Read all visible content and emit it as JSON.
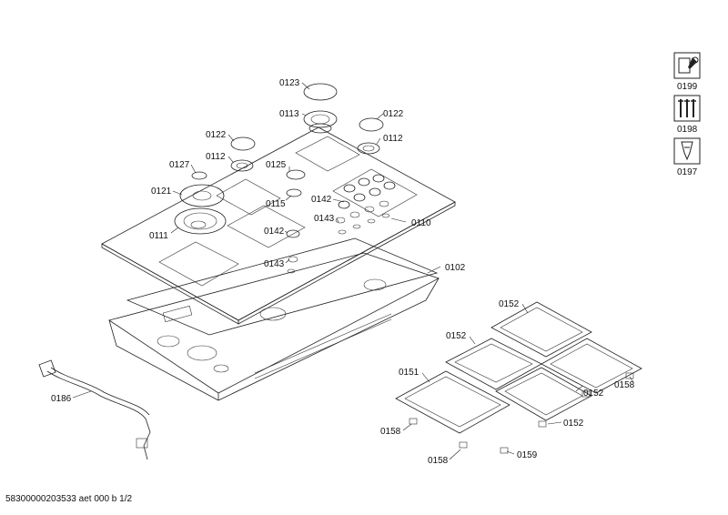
{
  "footer": {
    "document_id": "58300000203533 aet 000 b 1/2"
  },
  "callouts": {
    "c0123": "0123",
    "c0113": "0113",
    "c0122a": "0122",
    "c0122b": "0122",
    "c0112a": "0112",
    "c0112b": "0112",
    "c0127": "0127",
    "c0125": "0125",
    "c0121": "0121",
    "c0115": "0115",
    "c0142a": "0142",
    "c0142b": "0142",
    "c0143a": "0143",
    "c0143b": "0143",
    "c0110": "0110",
    "c0111": "0111",
    "c0102": "0102",
    "c0186": "0186",
    "c0151": "0151",
    "c0152a": "0152",
    "c0152b": "0152",
    "c0152c": "0152",
    "c0152d": "0152",
    "c0158a": "0158",
    "c0158b": "0158",
    "c0158c": "0158",
    "c0159": "0159"
  },
  "legend_icons": [
    {
      "icon": "service-tools-icon",
      "code": "0199"
    },
    {
      "icon": "screws-icon",
      "code": "0198"
    },
    {
      "icon": "lubricant-icon",
      "code": "0197"
    }
  ]
}
